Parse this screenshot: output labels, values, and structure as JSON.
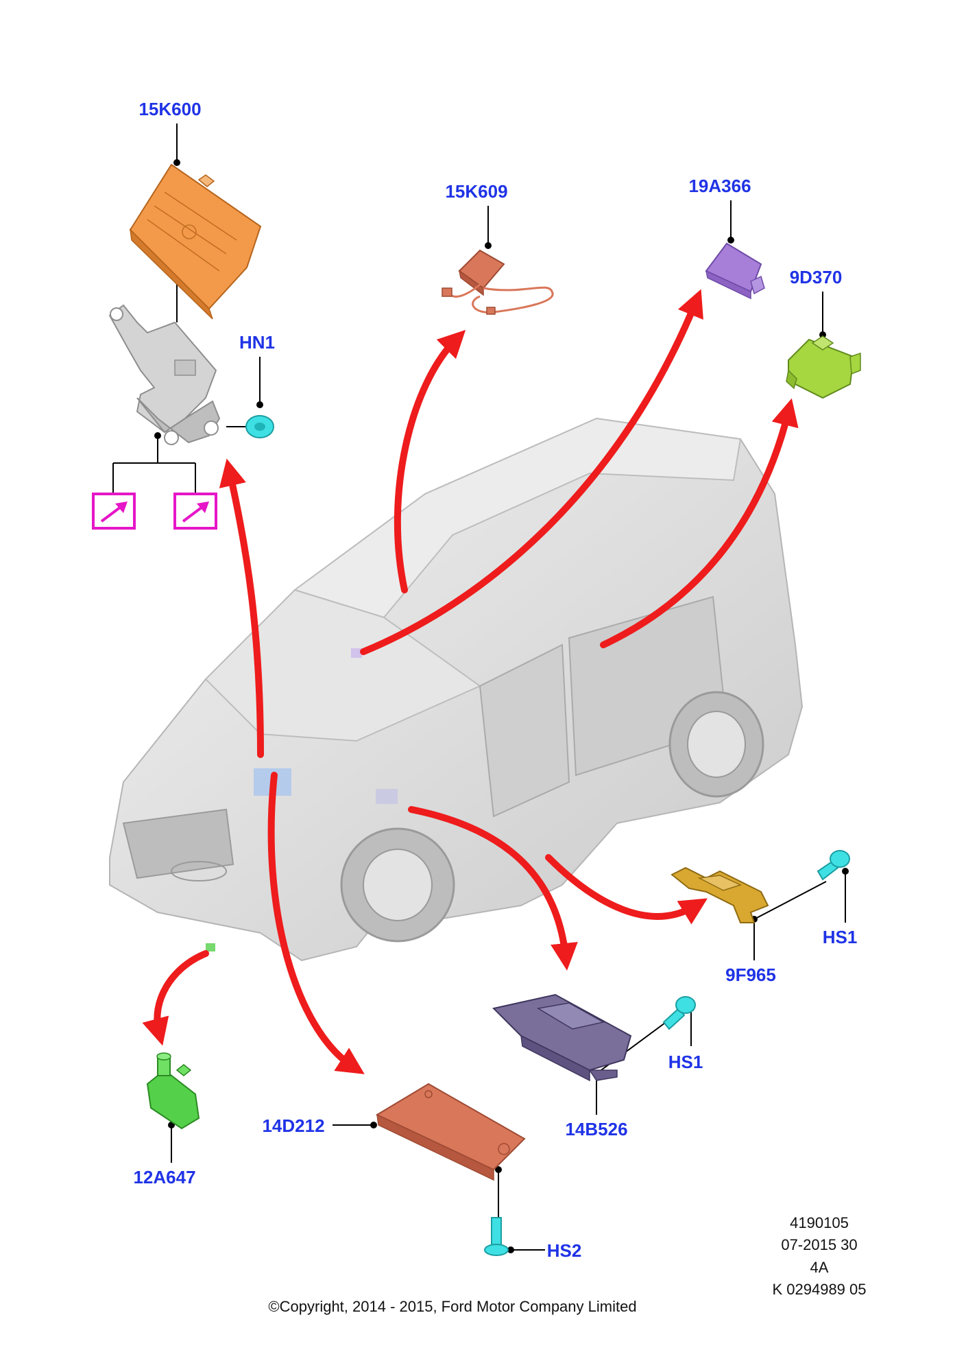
{
  "part_labels": {
    "p15K600": "15K600",
    "p15K609": "15K609",
    "p19A366": "19A366",
    "p9D370": "9D370",
    "pHN1": "HN1",
    "p9F965": "9F965",
    "pHS1_a": "HS1",
    "pHS1_b": "HS1",
    "p14B526": "14B526",
    "p14D212": "14D212",
    "pHS2": "HS2",
    "p12A647": "12A647"
  },
  "info_block": {
    "line1": "4190105",
    "line2": "07-2015 30",
    "line3": "4A",
    "line4": "K 0294989 05"
  },
  "copyright": "©Copyright, 2014 - 2015, Ford Motor Company Limited",
  "colors": {
    "label_blue": "#1f33e6",
    "arrow_red": "#ee1c1c",
    "link_magenta": "#e616c8",
    "module_orange": "#f39a4a",
    "module_salmon": "#d9775a",
    "module_violet": "#a87fd8",
    "module_yellowgreen": "#a6d640",
    "module_gold": "#d9a830",
    "module_slate": "#7a6e9a",
    "module_green": "#55d04a",
    "fastener_cyan": "#3fe0e4",
    "bracket_gray": "#d4d4d4",
    "vehicle_gray": "#d9d9d9"
  },
  "icons": {
    "link_box_left": "arrow-link-icon",
    "link_box_right": "arrow-link-icon"
  }
}
